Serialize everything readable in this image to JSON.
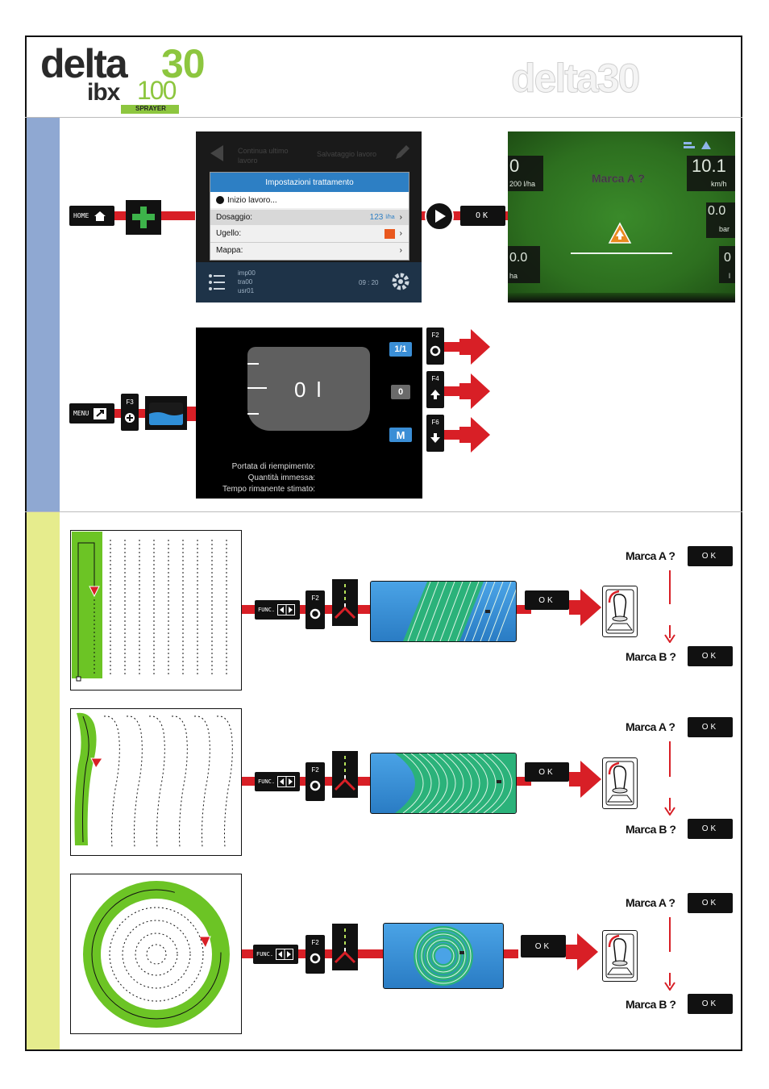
{
  "header": {
    "brand": "delta",
    "brand_number": "30",
    "model": "ibx",
    "model_number": "100",
    "model_tag": "SPRAYER",
    "watermark": "delta30"
  },
  "row1": {
    "home_key": "HOME",
    "ok_key": "OK",
    "menu": {
      "continue_label": "Continua ultimo lavoro",
      "save_label": "Salvataggio lavoro",
      "dialog_title": "Impostazioni trattamento",
      "items": [
        {
          "label": "Inizio lavoro...",
          "value": "",
          "unit": ""
        },
        {
          "label": "Dosaggio:",
          "value": "123",
          "unit": "l/ha"
        },
        {
          "label": "Ugello:",
          "value": "",
          "unit": ""
        },
        {
          "label": "Mappa:",
          "value": "",
          "unit": ""
        }
      ],
      "footer_lines": [
        "imp00",
        "tra00",
        "usr01"
      ],
      "clock": "09 : 20"
    },
    "work": {
      "rate_value": "0",
      "rate_sub": "200 l/ha",
      "speed_value": "10.1",
      "speed_unit": "km/h",
      "prompt": "Marca A ?",
      "pressure_value": "0.0",
      "pressure_unit": "bar",
      "area_value": "0.0",
      "area_unit": "ha",
      "right_value": "0",
      "right_unit": "l"
    }
  },
  "row2": {
    "menu_key": "MENU",
    "f3": "F3",
    "tank_value": "0 l",
    "chip_1": "1/1",
    "chip_2": "0",
    "chip_3": "M",
    "f2": "F2",
    "f4": "F4",
    "f6": "F6",
    "info": [
      {
        "label": "Portata di riempimento:",
        "value": "-"
      },
      {
        "label": "Quantità immessa:",
        "value": "-"
      },
      {
        "label": "Tempo rimanente stimato:",
        "value": "-"
      }
    ]
  },
  "guidance": {
    "func_key": "FUNC.",
    "f2": "F2",
    "ok_key": "OK",
    "marca_a": "Marca A ?",
    "marca_b": "Marca B ?"
  },
  "colors": {
    "red": "#d81f26",
    "green": "#6cc425",
    "band_blue": "#8fa8d2",
    "band_yellow": "#e6ec8d",
    "screen_blue": "#3a8ed6"
  }
}
